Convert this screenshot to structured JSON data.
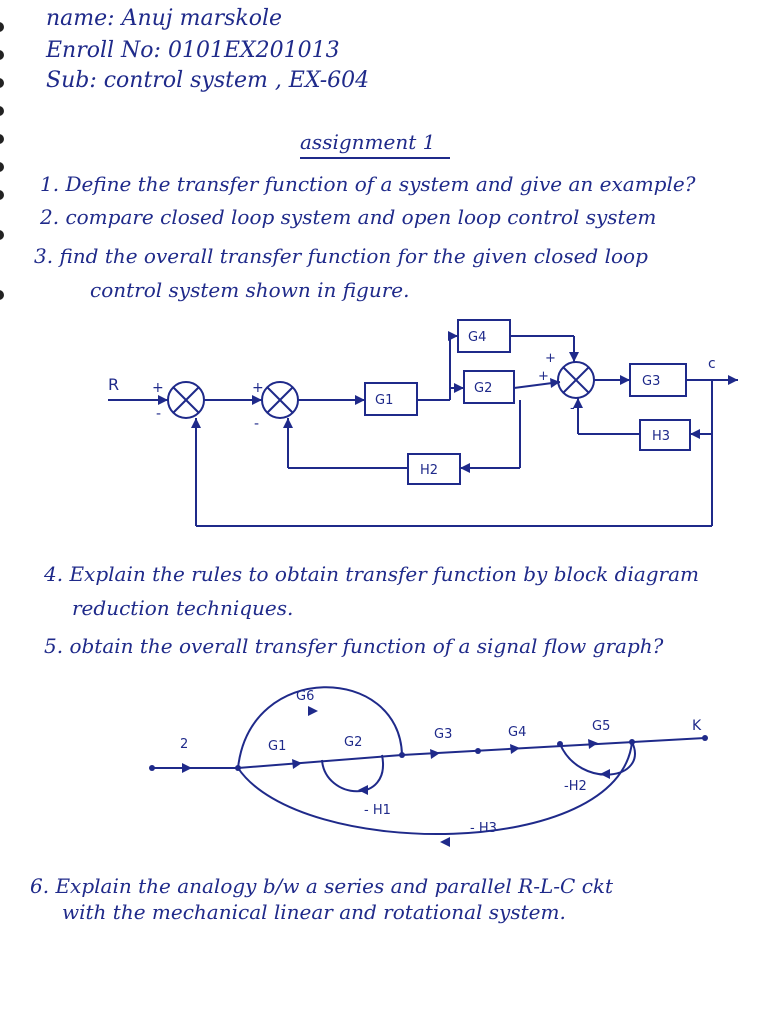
{
  "header": {
    "name": "name: Anuj marskole",
    "enroll": "Enroll No: 0101EX201013",
    "subject": "Sub: control system , EX-604"
  },
  "title": "assignment 1",
  "questions": {
    "q1": "1. Define the transfer function of a system and give an example?",
    "q2": "2. compare closed loop system and open loop control system",
    "q3_line1": "3. find the overall transfer function for the given closed loop",
    "q3_line2": "control system shown in figure.",
    "q4_line1": "4. Explain the rules to obtain transfer function by block diagram",
    "q4_line2": "reduction techniques.",
    "q5": "5. obtain the overall transfer function of a signal flow graph?",
    "q6_line1": "6. Explain the analogy b/w a series and parallel R-L-C ckt",
    "q6_line2": "with the mechanical linear and rotational system."
  },
  "block_diagram": {
    "input": "R",
    "output": "c",
    "g1": "G1",
    "g2": "G2",
    "g3": "G3",
    "g4": "G4",
    "h2": "H2",
    "h3": "H3",
    "plus": "+",
    "minus": "-"
  },
  "signal_flow_graph": {
    "input_gain": "2",
    "g1": "G1",
    "g2": "G2",
    "g3": "G3",
    "g4": "G4",
    "g5": "G5",
    "g6": "G6",
    "h1": "- H1",
    "h2": "-H2",
    "h3": "- H3",
    "output": "K"
  },
  "colors": {
    "ink": "#1f2a8a"
  }
}
